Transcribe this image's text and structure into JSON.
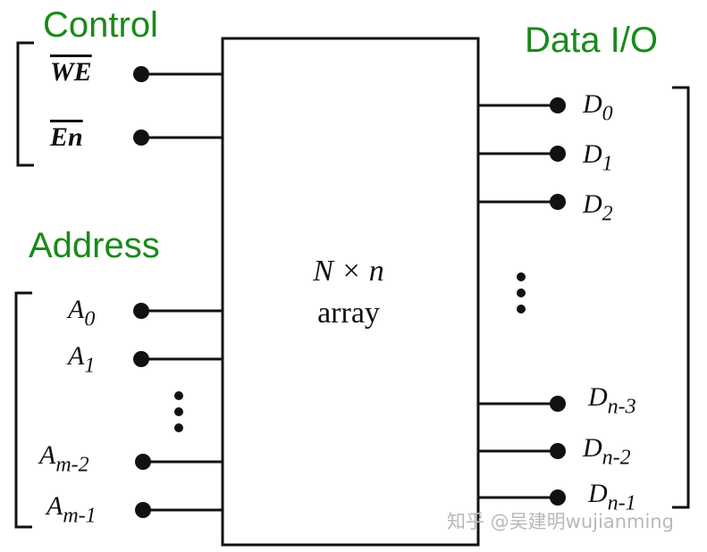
{
  "groups": {
    "control": "Control",
    "address": "Address",
    "data_io": "Data I/O"
  },
  "control_signals": [
    {
      "base": "WE",
      "sub": ""
    },
    {
      "base": "En",
      "sub": ""
    }
  ],
  "address_signals": [
    {
      "base": "A",
      "sub": "0"
    },
    {
      "base": "A",
      "sub": "1"
    },
    {
      "base": "A",
      "sub": "m-2"
    },
    {
      "base": "A",
      "sub": "m-1"
    }
  ],
  "data_signals": [
    {
      "base": "D",
      "sub": "0"
    },
    {
      "base": "D",
      "sub": "1"
    },
    {
      "base": "D",
      "sub": "2"
    },
    {
      "base": "D",
      "sub": "n-3"
    },
    {
      "base": "D",
      "sub": "n-2"
    },
    {
      "base": "D",
      "sub": "n-1"
    }
  ],
  "block": {
    "line1": "N × n",
    "line2": "array"
  },
  "watermark": "知乎 @吴建明wujianming",
  "colors": {
    "group_label": "#1a8a1a",
    "lines": "#111111"
  }
}
